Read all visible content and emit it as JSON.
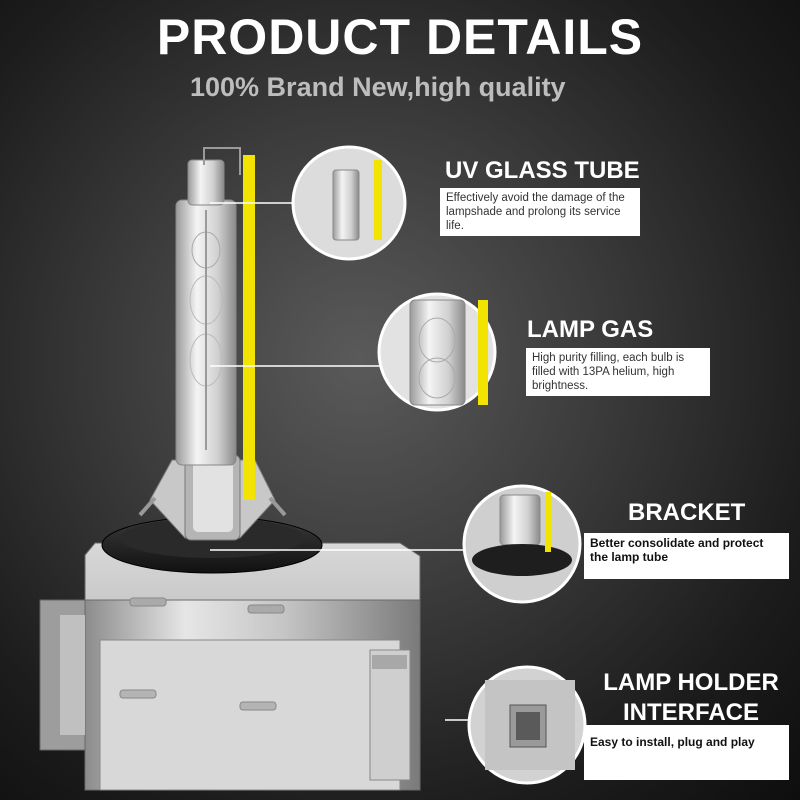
{
  "header": {
    "title": "PRODUCT DETAILS",
    "subtitle": "100% Brand New,high quality"
  },
  "features": [
    {
      "heading": "UV GLASS TUBE",
      "description": "Effectively avoid the damage of the lampshade and prolong its service life."
    },
    {
      "heading": "LAMP GAS",
      "description": "High purity filling, each bulb is filled with 13PA helium, high brightness."
    },
    {
      "heading": "BRACKET",
      "description": "Better consolidate and protect the lamp tube"
    },
    {
      "heading": "LAMP HOLDER INTERFACE",
      "description": "Easy to install, plug and play"
    }
  ],
  "colors": {
    "accent_yellow": "#f2e300",
    "label_text": "#ffffff",
    "subtitle_text": "#bdbdbd"
  }
}
